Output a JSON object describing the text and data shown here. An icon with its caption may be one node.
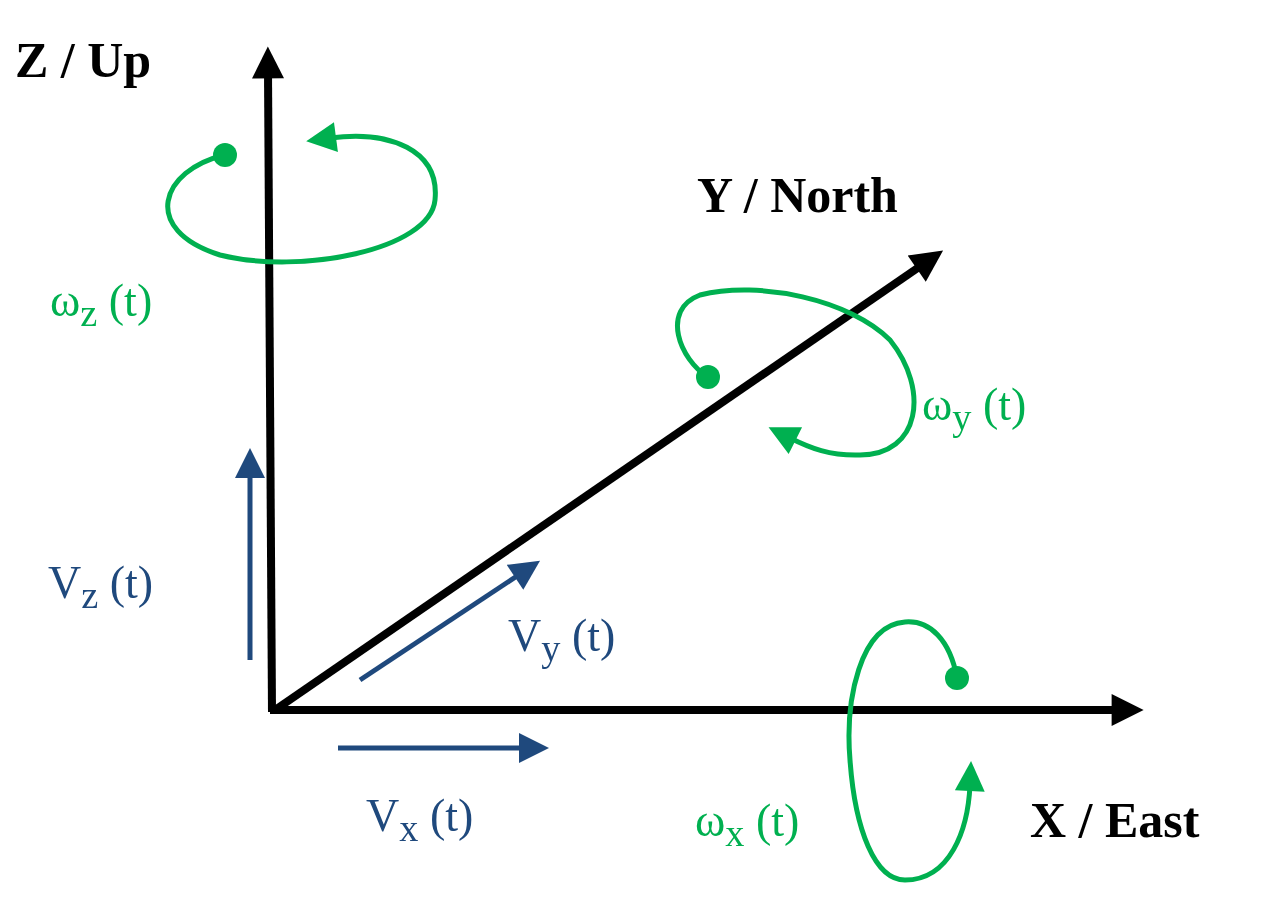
{
  "diagram": {
    "labels": [
      "Z / Up",
      "Y / North",
      "ω$_{z}$ (t)",
      "ω$_{y}$ (t)",
      "V$_{z}$ (t)",
      "V$_{y}$ (t)",
      "X / East",
      "ω$_{x}$ (t)",
      "V$_{x}$ (t)"
    ]
  }
}
